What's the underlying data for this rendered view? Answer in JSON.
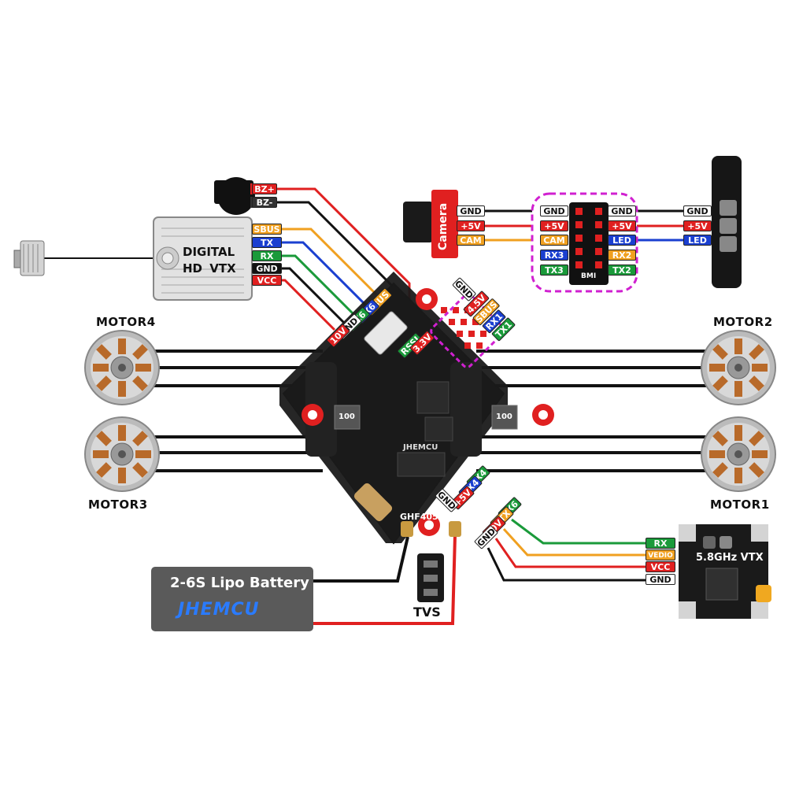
{
  "labels": {
    "motor4": "MOTOR4",
    "motor2": "MOTOR2",
    "motor3": "MOTOR3",
    "motor1": "MOTOR1",
    "digital_vtx_line1": "DIGITAL",
    "digital_vtx_line2": "HD VTX",
    "battery": "2-6S Lipo Battery",
    "brand": "JHEMCU",
    "tvs": "TVS",
    "camera": "Camera",
    "analog_vtx": "5.8GHz VTX",
    "board_model": "GHF405AIO",
    "board_brand": "JHEMCU",
    "bmi": "BMI",
    "inductor": "100"
  },
  "buzzer_pins": [
    "BZ+",
    "BZ-"
  ],
  "hd_vtx_pins": [
    "SBUS",
    "TX",
    "RX",
    "GND",
    "VCC"
  ],
  "hd_vtx_board_pads": [
    "SBUS",
    "RX6",
    "TX6",
    "GND",
    "10V"
  ],
  "camera_pins": [
    "GND",
    "+5V",
    "CAM"
  ],
  "fc_left_pads": [
    "GND",
    "+5V",
    "CAM",
    "RX3",
    "TX3"
  ],
  "fc_right_pads": [
    "GND",
    "+5V",
    "LED",
    "RX2",
    "TX2"
  ],
  "led_pins": [
    "GND",
    "+5V",
    "LED"
  ],
  "top_right_pads": [
    "GND",
    "4.5V",
    "SBUS",
    "RX1",
    "TX1"
  ],
  "top_left_pads": [
    "RSSI",
    "3.3V"
  ],
  "bottom_right_pads": [
    "TX4",
    "RX4",
    "+5V",
    "GND"
  ],
  "vtx_board_pads": [
    "TX6",
    "VTX",
    "10V",
    "GND"
  ],
  "vtx_pins": [
    "RX",
    "VEDIO",
    "VCC",
    "GND"
  ],
  "colors": {
    "gnd": "#111111",
    "power": "#e02020",
    "signal_orange": "#f0a020",
    "signal_blue": "#1a3fd0",
    "signal_green": "#1a9a3a",
    "highlight_magenta": "#d020d0",
    "battery_gray": "#5a5a5a",
    "board_black": "#1a1a1a"
  }
}
